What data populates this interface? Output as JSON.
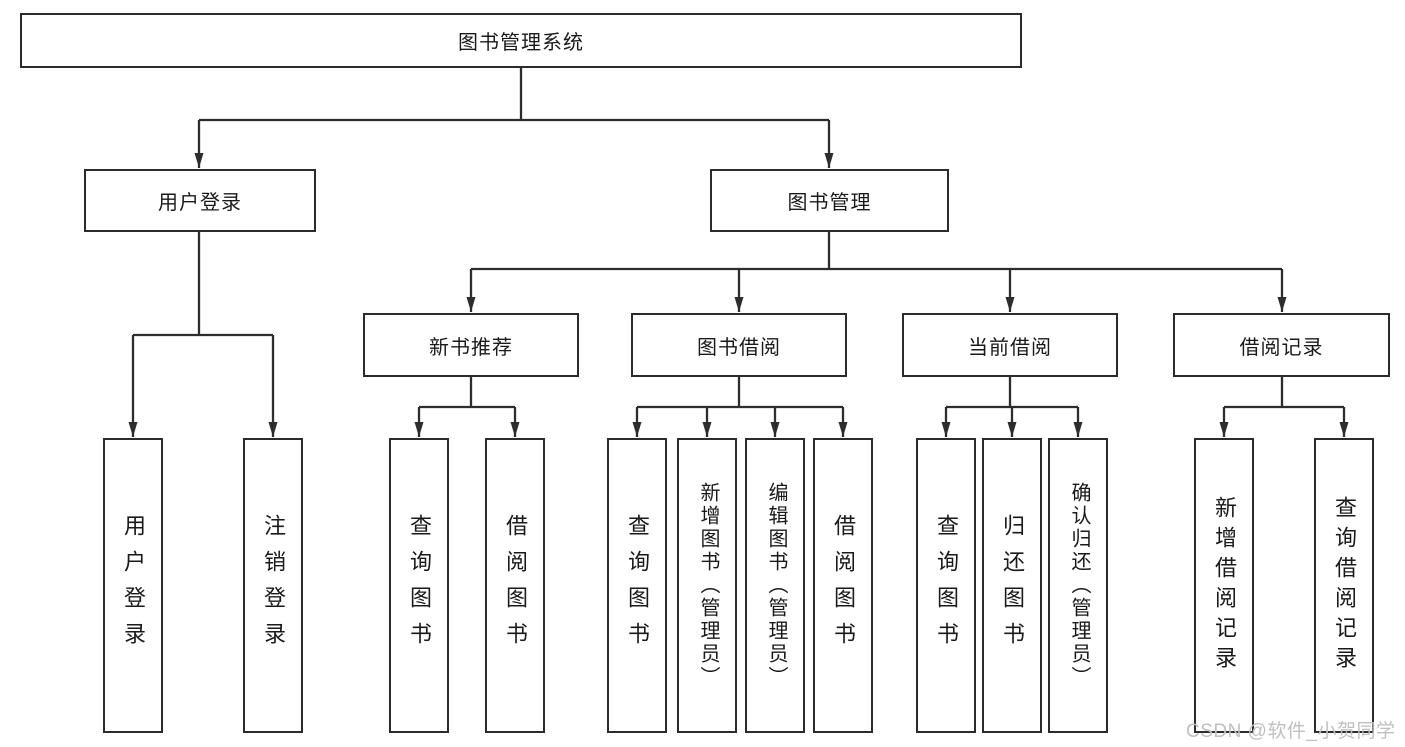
{
  "colors": {
    "line": "#2d2d2d",
    "box_border": "#2b2b2b",
    "text": "#1a1a1a",
    "watermark": "#c2bfbf"
  },
  "watermark": "CSDN @软件_小贺同学",
  "nodes": {
    "root": "图书管理系统",
    "login": {
      "label": "用户登录",
      "children": [
        "用户登录",
        "注销登录"
      ]
    },
    "mgmt": {
      "label": "图书管理"
    },
    "recommend": {
      "label": "新书推荐",
      "children": [
        "查询图书",
        "借阅图书"
      ]
    },
    "borrow": {
      "label": "图书借阅",
      "children": [
        "查询图书",
        "新增图书（管理员）",
        "编辑图书（管理员）",
        "借阅图书"
      ]
    },
    "current": {
      "label": "当前借阅",
      "children": [
        "查询图书",
        "归还图书",
        "确认归还（管理员）"
      ]
    },
    "records": {
      "label": "借阅记录",
      "children": [
        "新增借阅记录",
        "查询借阅记录"
      ]
    }
  }
}
